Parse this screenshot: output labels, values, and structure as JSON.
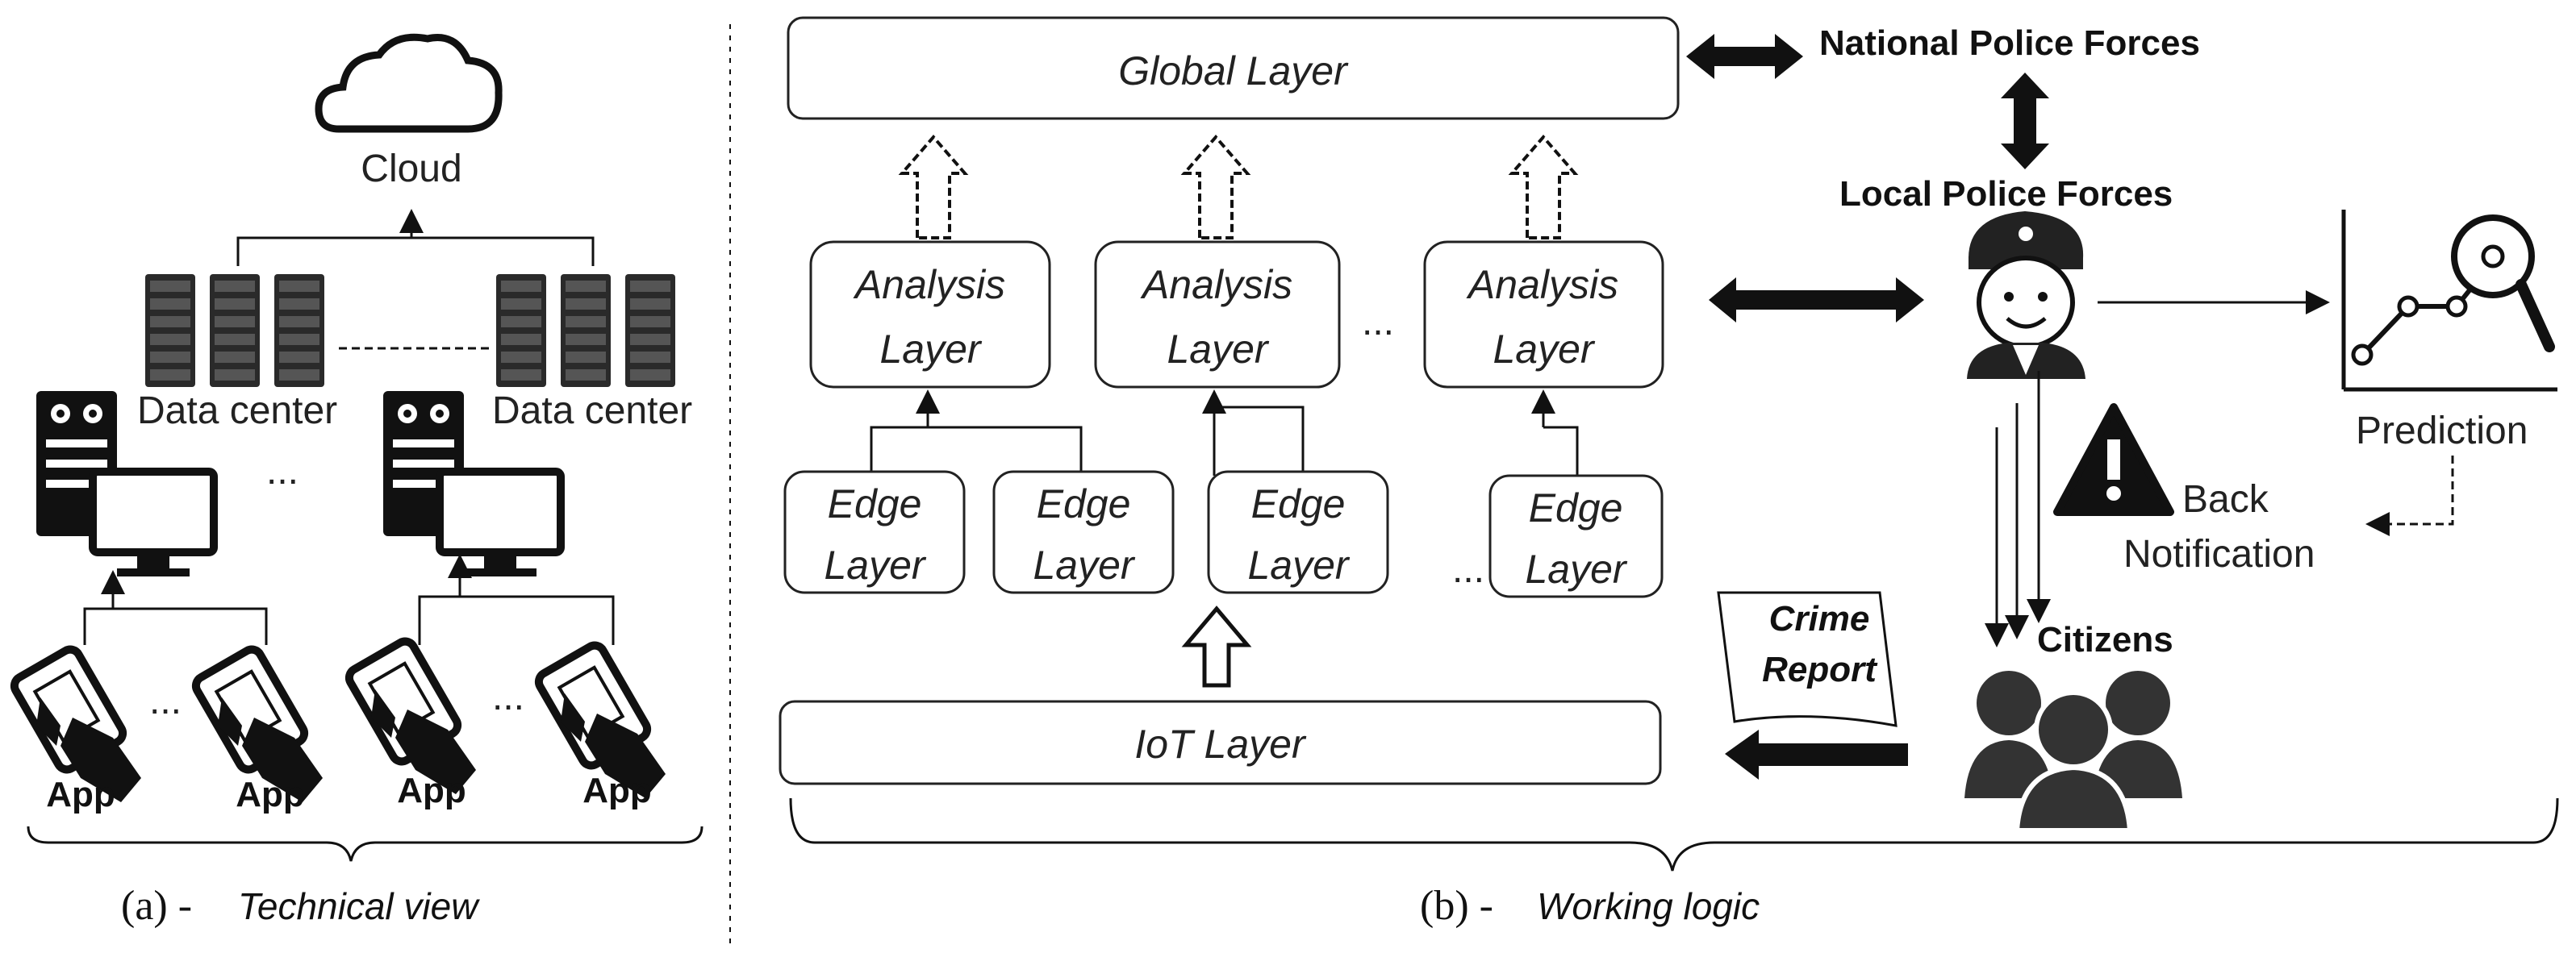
{
  "technical_view": {
    "cloud_label": "Cloud",
    "data_center_label_1": "Data center",
    "data_center_label_2": "Data center",
    "ellipsis_servers": "...",
    "ellipsis_apps_1": "...",
    "ellipsis_apps_2": "...",
    "app_labels": [
      "App",
      "App",
      "App",
      "App"
    ],
    "caption_prefix": "(a) -",
    "caption_text": "Technical view"
  },
  "working_logic": {
    "global_layer": "Global Layer",
    "analysis_layers": [
      {
        "line1": "Analysis",
        "line2": "Layer"
      },
      {
        "line1": "Analysis",
        "line2": "Layer"
      },
      {
        "line1": "Analysis",
        "line2": "Layer"
      }
    ],
    "analysis_ellipsis": "...",
    "edge_layers": [
      {
        "line1": "Edge",
        "line2": "Layer"
      },
      {
        "line1": "Edge",
        "line2": "Layer"
      },
      {
        "line1": "Edge",
        "line2": "Layer"
      },
      {
        "line1": "Edge",
        "line2": "Layer"
      }
    ],
    "edge_ellipsis": "...",
    "iot_layer": "IoT Layer",
    "national_police": "National Police Forces",
    "local_police": "Local Police Forces",
    "prediction": "Prediction",
    "back_notification_1": "Back",
    "back_notification_2": "Notification",
    "crime_report_1": "Crime",
    "crime_report_2": "Report",
    "citizens": "Citizens",
    "caption_prefix": "(b) -",
    "caption_text": "Working logic"
  }
}
